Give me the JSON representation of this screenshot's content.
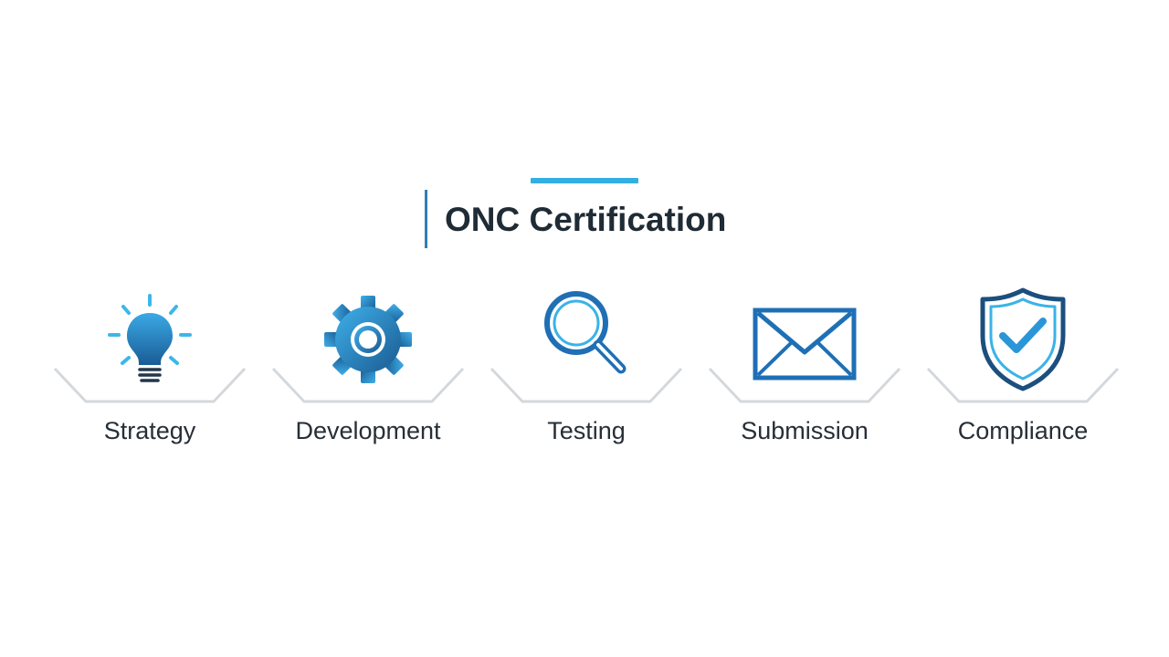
{
  "title": "ONC Certification",
  "steps": [
    {
      "label": "Strategy",
      "icon": "lightbulb-icon"
    },
    {
      "label": "Development",
      "icon": "gear-icon"
    },
    {
      "label": "Testing",
      "icon": "magnifier-icon"
    },
    {
      "label": "Submission",
      "icon": "envelope-icon"
    },
    {
      "label": "Compliance",
      "icon": "shield-check-icon"
    }
  ],
  "colors": {
    "accent": "#33aee3",
    "primary_blue": "#1f6fb5",
    "dark_blue": "#1b4f7e",
    "title_text": "#1f2b35",
    "tray": "#d4d8dc"
  }
}
